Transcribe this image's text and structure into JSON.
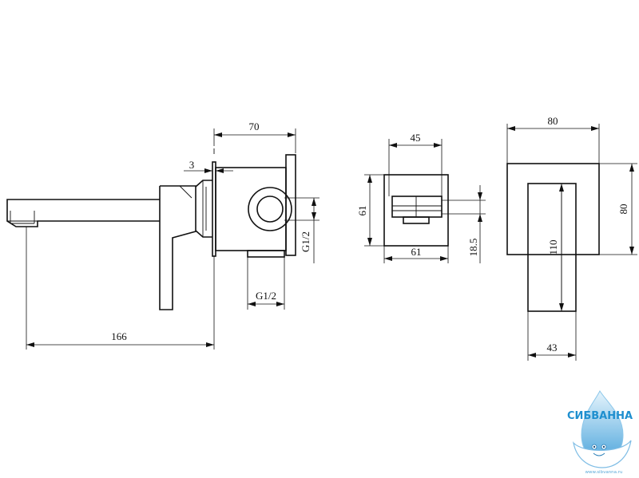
{
  "dimensions": {
    "side_overall_depth": "70",
    "side_plate": "3",
    "side_spout_length": "166",
    "side_thread_vertical": "G1/2",
    "side_thread_horizontal": "G1/2",
    "front_inner_width": "45",
    "front_height": "61",
    "front_width": "61",
    "front_offset": "18.5",
    "right_top_width": "80",
    "right_side_height": "80",
    "right_handle_height": "110",
    "right_handle_width": "43"
  },
  "logo": {
    "brand": "СИБВАННА",
    "url": "www.sibvanna.ru"
  },
  "colors": {
    "line": "#111111",
    "brand": "#1f8fcf",
    "drop_light": "#cfe8f7",
    "drop_dark": "#5fb0e0"
  }
}
